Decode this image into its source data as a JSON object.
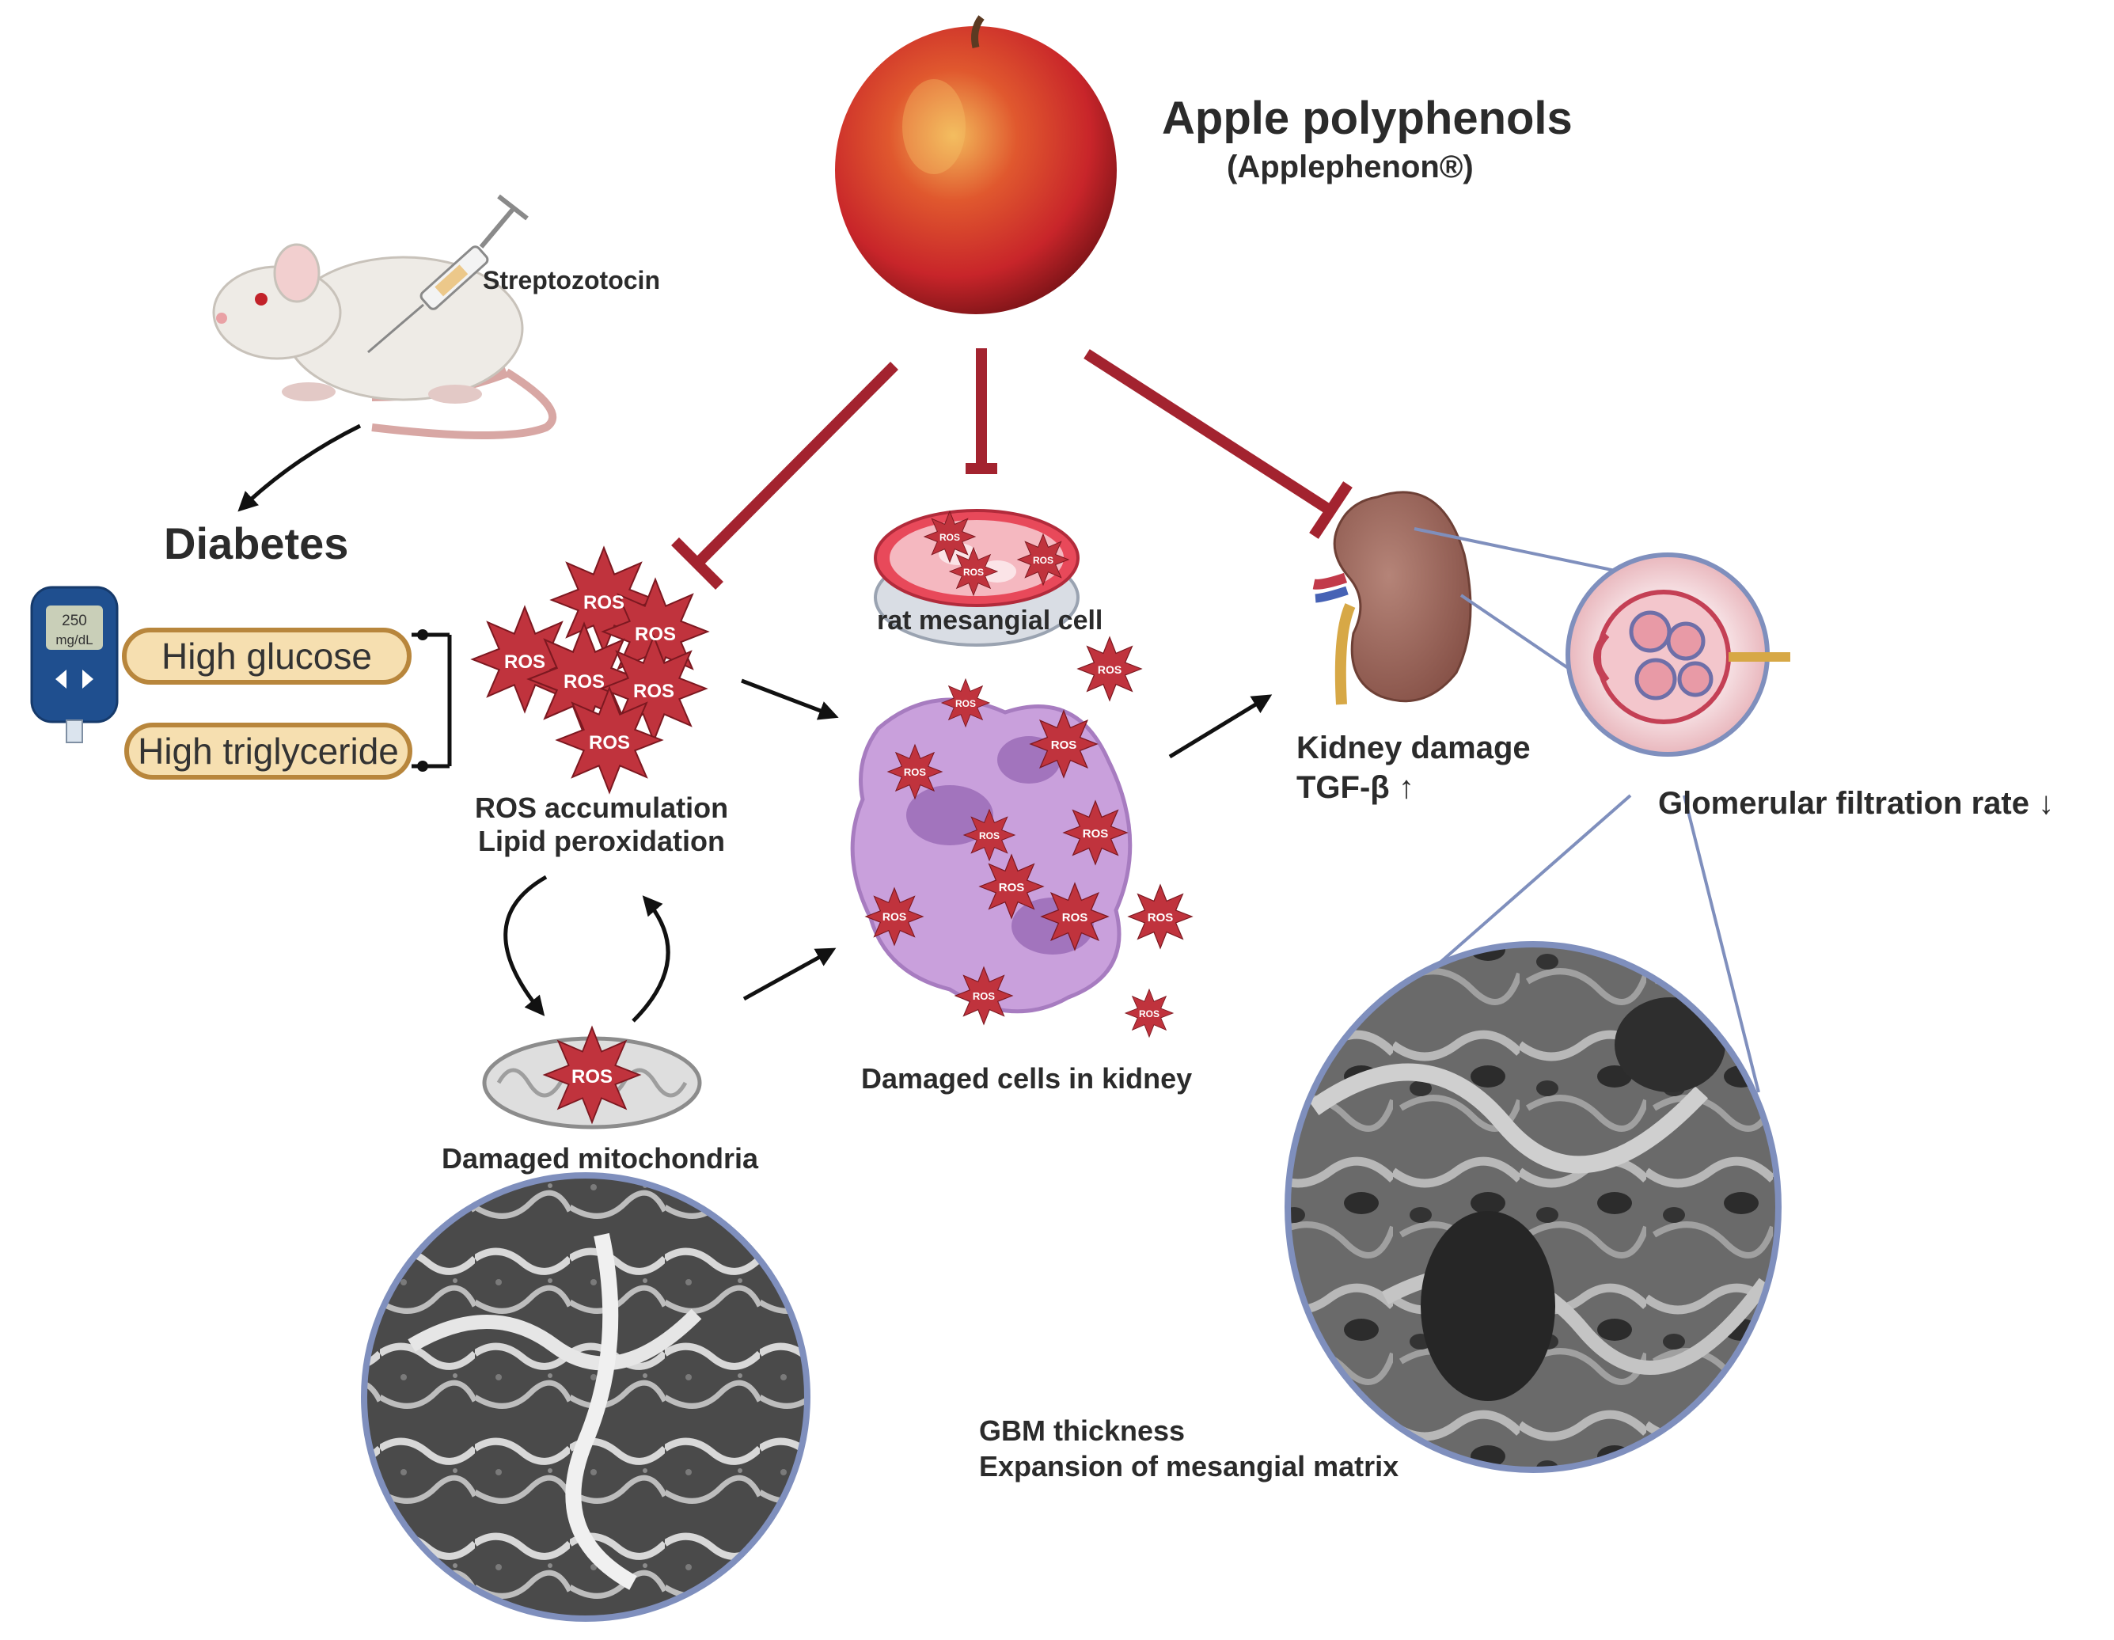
{
  "title": "Apple polyphenols",
  "subtitle": "(Applephenon®)",
  "streptozotocin": "Streptozotocin",
  "diabetes": "Diabetes",
  "meter": {
    "value": "250",
    "unit": "mg/dL"
  },
  "conditions": [
    "High glucose",
    "High triglyceride"
  ],
  "ros_tag": "ROS",
  "ros_label": [
    "ROS accumulation",
    "Lipid peroxidation"
  ],
  "mesangial_label": "rat mesangial cell",
  "damaged_cells_label": "Damaged cells in kidney",
  "mitochondria_label": "Damaged mitochondria",
  "kidney_label": [
    "Kidney damage",
    "TGF-β ↑"
  ],
  "gfr_label": "Glomerular filtration rate ↓",
  "gbm_label": [
    "GBM thickness",
    "Expansion of mesangial matrix"
  ],
  "colors": {
    "inhibition": "#a3232f",
    "ros": "#c0333d",
    "lens_border": "#7f8fbd",
    "pill_border": "#b8863c",
    "pill_fill": "#f6dfb0"
  }
}
